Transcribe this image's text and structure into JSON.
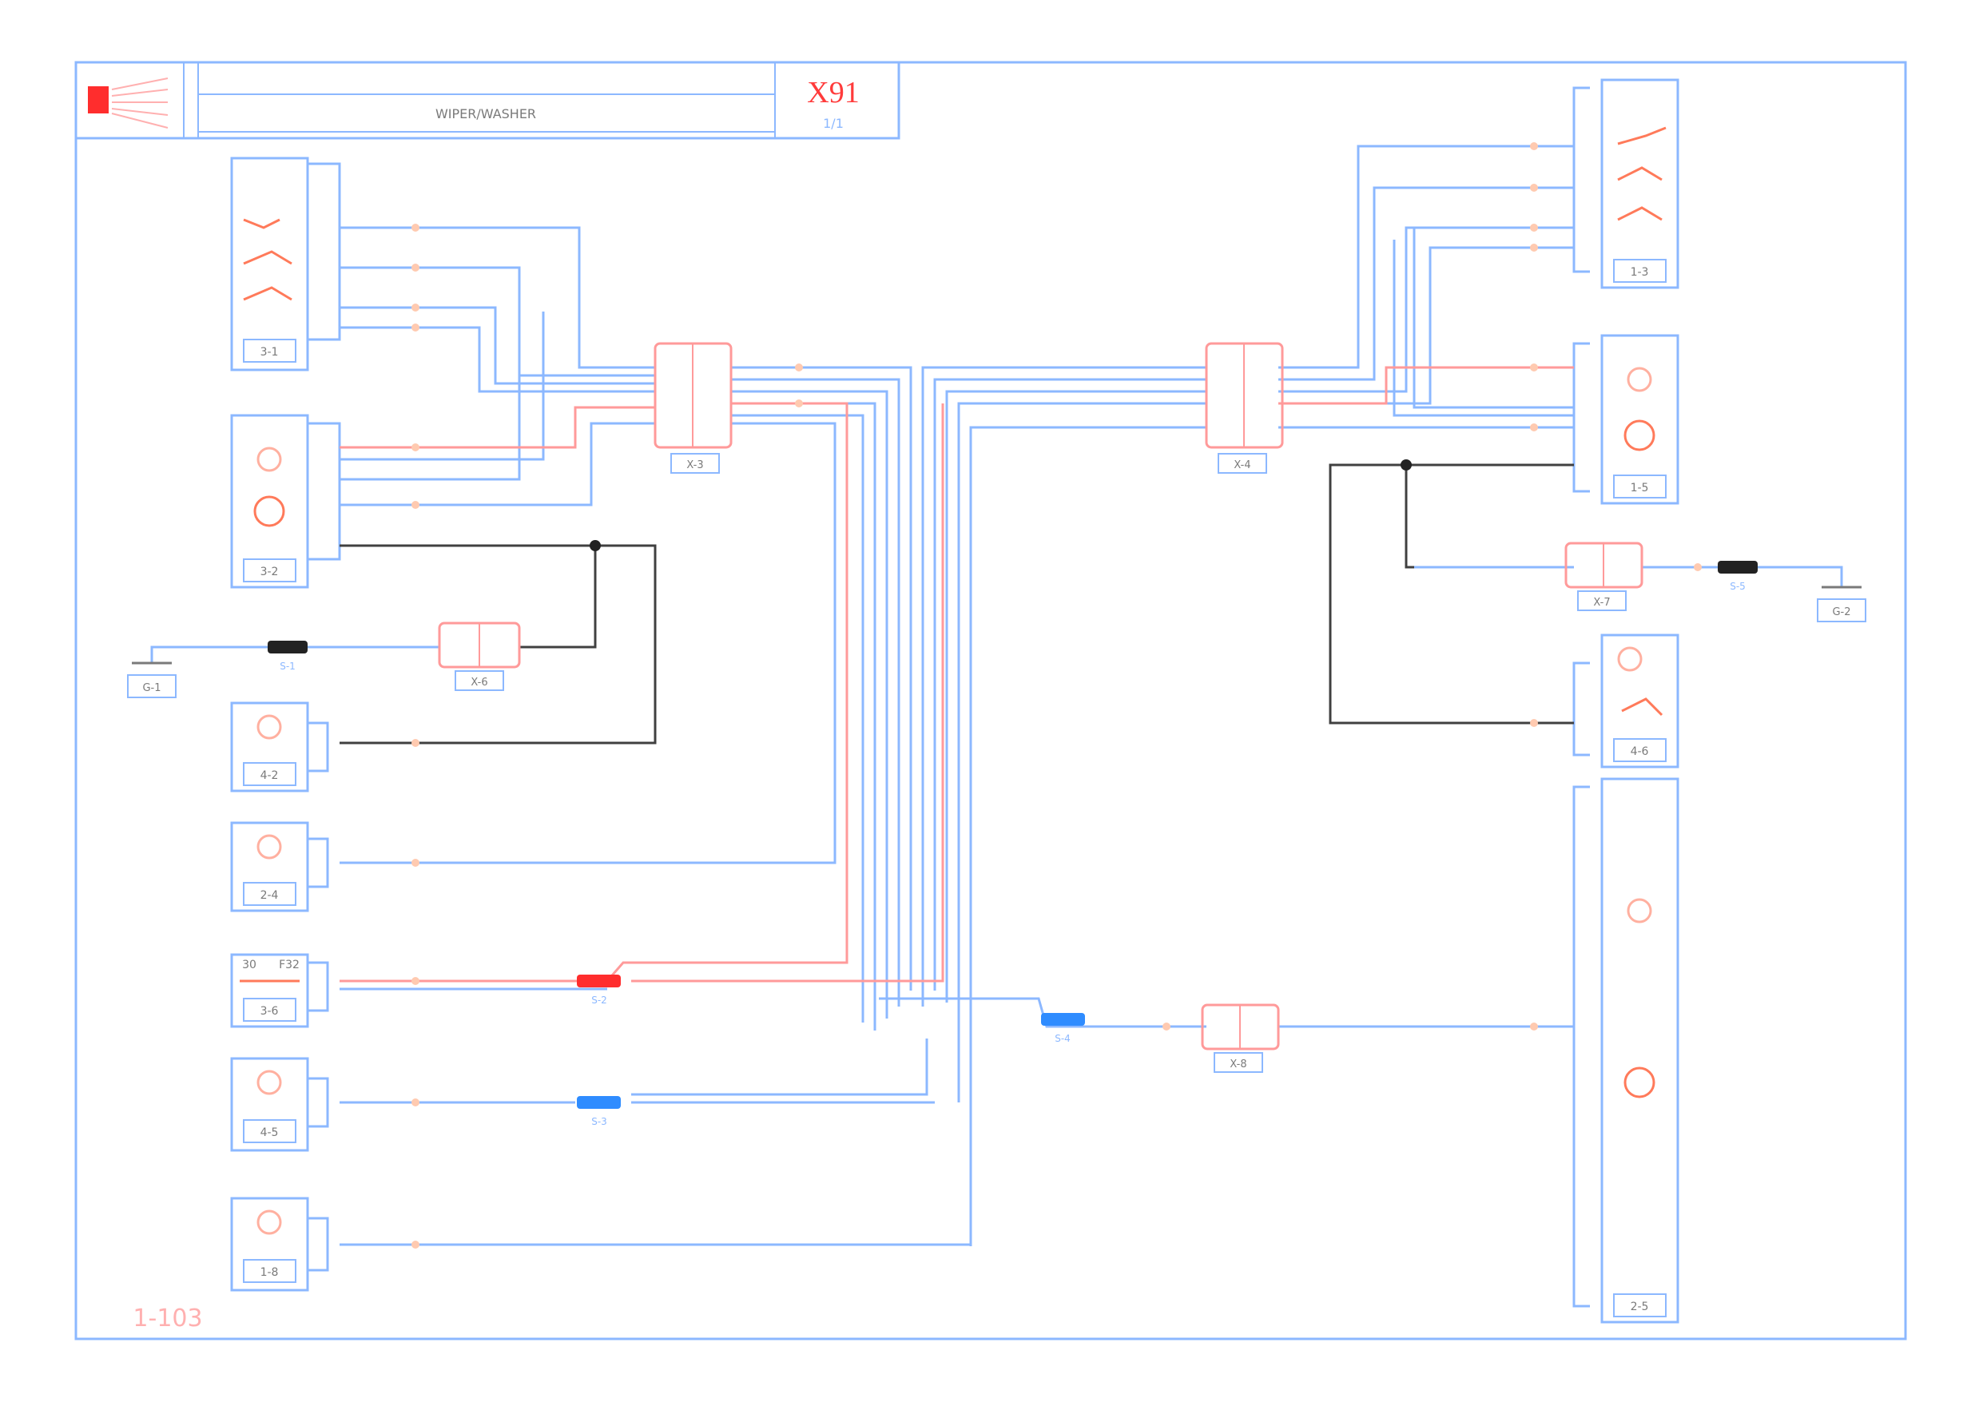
{
  "header": {
    "title": "WIPER/WASHER",
    "code": "X91",
    "code_sub": "1/1",
    "page_label": "1-103"
  },
  "colors": {
    "frame": "#8cb8ff",
    "wire_blue": "#8cb8ff",
    "wire_red": "#ff9a9a",
    "wire_black": "#404040",
    "connector_red": "#ff6b6b",
    "accent_red": "#ff2d2d",
    "splice_black": "#222222",
    "splice_red": "#ff2d2d",
    "splice_blue": "#2f8cff"
  },
  "components": {
    "left_switch": "3-1",
    "left_motor": "3-2",
    "left_washer": "4-2",
    "left_sensor": "2-4",
    "left_fuse": "3-6",
    "left_fuse_top_a": "30",
    "left_fuse_top_b": "F32",
    "left_relay": "4-5",
    "left_bottom": "1-8",
    "right_switch": "1-3",
    "right_motor": "1-5",
    "right_relay": "4-6",
    "right_module": "2-5"
  },
  "connectors": {
    "c_left": "X-3",
    "c_mid": "X-4",
    "c_small": "X-6",
    "c_right_small": "X-7",
    "c_bottom": "X-8"
  },
  "grounds": {
    "g_left": "G-1",
    "g_right": "G-2"
  },
  "splices": {
    "s_left_black": "S-1",
    "s_red": "S-2",
    "s_blue_left": "S-3",
    "s_blue_mid": "S-4",
    "s_right_black": "S-5"
  }
}
